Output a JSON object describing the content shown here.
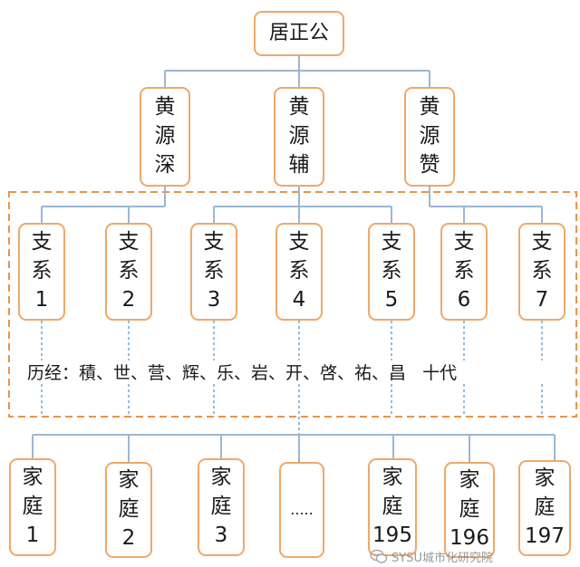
{
  "root": {
    "label": "居正公"
  },
  "sons": [
    {
      "label": "黄\n源\n深"
    },
    {
      "label": "黄\n源\n辅"
    },
    {
      "label": "黄\n源\n赞"
    }
  ],
  "branches": [
    {
      "label": "支\n系\n1"
    },
    {
      "label": "支\n系\n2"
    },
    {
      "label": "支\n系\n3"
    },
    {
      "label": "支\n系\n4"
    },
    {
      "label": "支\n系\n5"
    },
    {
      "label": "支\n系\n6"
    },
    {
      "label": "支\n系\n7"
    }
  ],
  "generations_note": "历经：積、世、营、辉、乐、岩、开、啓、祐、昌   十代",
  "families": [
    {
      "label": "家\n庭\n1"
    },
    {
      "label": "家\n庭\n2"
    },
    {
      "label": "家\n庭\n3"
    },
    {
      "label": "....."
    },
    {
      "label": "家\n庭\n195"
    },
    {
      "label": "家\n庭\n196"
    },
    {
      "label": "家\n庭\n197"
    }
  ],
  "watermark": {
    "text": "SYSU城市化研究院",
    "icon": "wechat-icon"
  },
  "colors": {
    "box_border": "#f0a868",
    "connector": "#9bb7d4",
    "group_border": "#e8944a"
  }
}
